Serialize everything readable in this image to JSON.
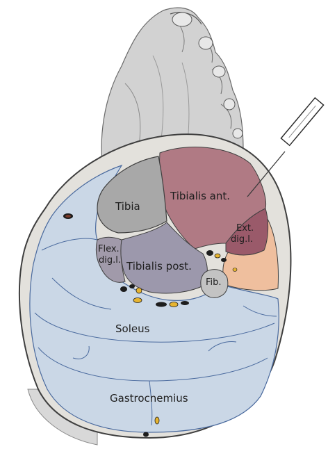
{
  "labels": {
    "tibia": "Tibia",
    "tibialis_ant": "Tibialis ant.",
    "ext_dig_line1": "Ext.",
    "ext_dig_line2": "dig.l.",
    "flex_dig_line1": "Flex.",
    "flex_dig_line2": "dig.l.",
    "tibialis_post": "Tibialis post.",
    "fibula": "Fib.",
    "soleus": "Soleus",
    "gastrocnemius": "Gastrocnemius"
  },
  "colors": {
    "outline": "#3f3f3f",
    "skin_fat": "#e3e1dc",
    "fascia_calf": "#cad7e6",
    "muscle_blue_line": "#4a6a9e",
    "tibia_bone": "#a8a8a8",
    "tibialis_ant": "#b07a84",
    "ext_dig": "#9a5a6a",
    "peroneal": "#efbf9e",
    "tibialis_post": "#9c98ac",
    "flex_dig": "#a19aaa",
    "fibula_bone": "#c3c3c3",
    "vessel_dark": "#1d1d1d",
    "vessel_yellow": "#e6b431",
    "foot_shade": "#c9c9c9"
  }
}
